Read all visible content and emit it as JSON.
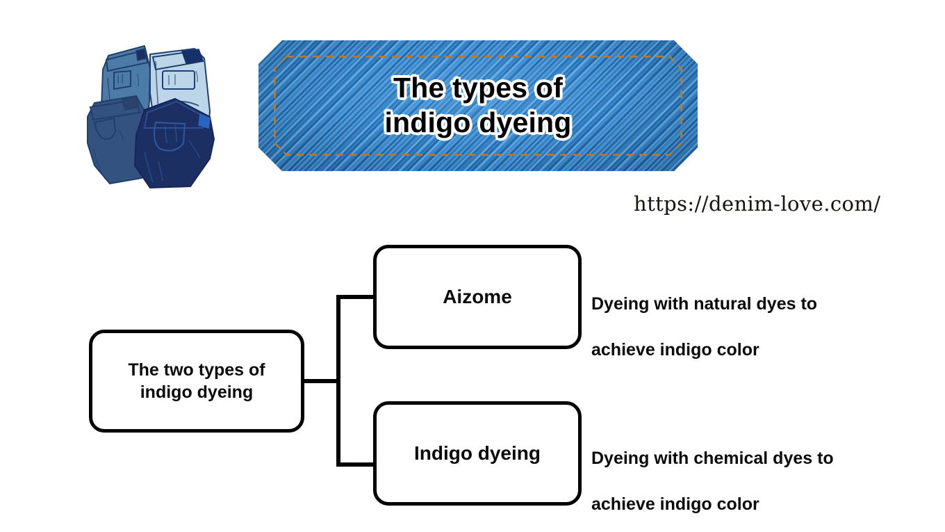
{
  "banner": {
    "title_line1": "The types of",
    "title_line2": "indigo dyeing",
    "base_color": "#1668b4",
    "stripe_color": "#2f86cf",
    "stitch_color": "#b5792f",
    "text_color": "#000000",
    "text_outline_color": "#ffffff"
  },
  "site_url": "https://denim-love.com/",
  "artwork": {
    "name": "folded-jeans-illustration",
    "jeans_colors": [
      "#4d7ba8",
      "#bcd5e8",
      "#34527f",
      "#1c2f63"
    ],
    "outline_color": "#1f3f6e"
  },
  "diagram": {
    "type": "tree",
    "root": {
      "label_line1": "The two types of",
      "label_line2": "indigo dyeing"
    },
    "branches": [
      {
        "label": "Aizome",
        "description_line1": "Dyeing with natural dyes to",
        "description_line2": "achieve indigo color"
      },
      {
        "label": "Indigo dyeing",
        "description_line1": "Dyeing with chemical dyes to",
        "description_line2": "achieve indigo color"
      }
    ],
    "line_color": "#000000",
    "box_border_color": "#000000",
    "box_fill_color": "#ffffff"
  }
}
